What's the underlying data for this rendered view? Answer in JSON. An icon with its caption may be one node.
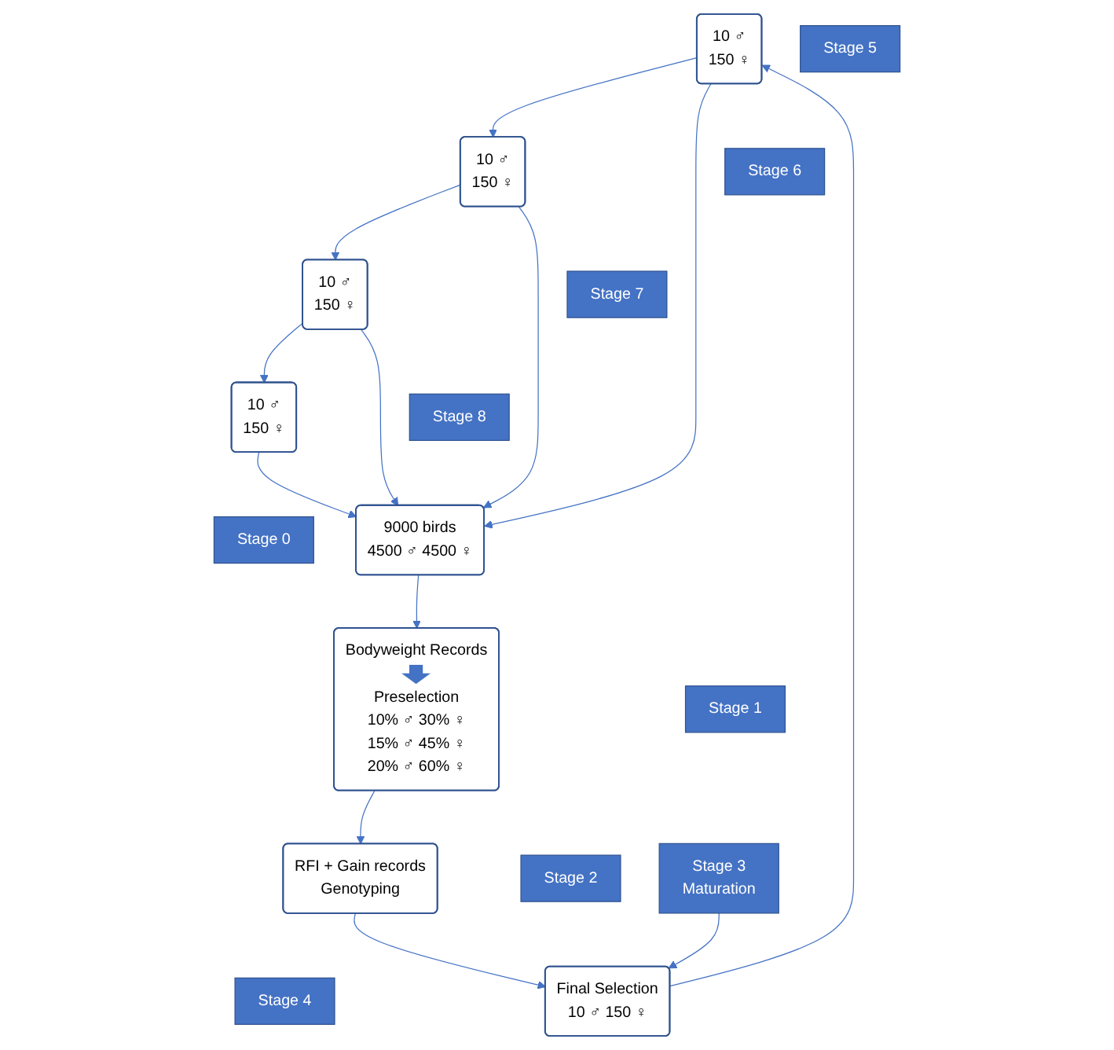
{
  "diagram": {
    "nodes": [
      {
        "text": [
          "Stage 5"
        ]
      },
      {
        "text": [
          "Stage 6"
        ]
      },
      {
        "text": [
          "Stage 7"
        ]
      },
      {
        "text": [
          "Stage 8"
        ]
      },
      {
        "text": [
          "10 ♂",
          "150 ♀"
        ]
      },
      {
        "text": [
          "10 ♂",
          "150 ♀"
        ]
      },
      {
        "text": [
          "10 ♂",
          "150 ♀"
        ]
      },
      {
        "text": [
          "10 ♂",
          "150 ♀"
        ]
      },
      {
        "text": [
          "Stage 0"
        ]
      },
      {
        "text": [
          "9000 birds",
          "4500 ♂ 4500 ♀"
        ]
      },
      {
        "text": [
          "Bodyweight Records",
          "Preselection",
          "10% ♂ 30% ♀",
          "15% ♂ 45% ♀",
          "20% ♂ 60% ♀"
        ]
      },
      {
        "text": [
          "Stage 1"
        ]
      },
      {
        "text": [
          "RFI + Gain records",
          "Genotyping"
        ]
      },
      {
        "text": [
          "Stage 2"
        ]
      },
      {
        "text": [
          "Stage 3",
          "Maturation"
        ]
      },
      {
        "text": [
          "Final Selection",
          "10 ♂ 150 ♀"
        ]
      },
      {
        "text": [
          "Stage 4"
        ]
      }
    ],
    "edges": [
      {
        "from": 4,
        "to": 5,
        "arrow": "to"
      },
      {
        "from": 5,
        "to": 6,
        "arrow": "to"
      },
      {
        "from": 6,
        "to": 7,
        "arrow": "to"
      },
      {
        "from": 4,
        "to": 9,
        "arrow": "to"
      },
      {
        "from": 5,
        "to": 9,
        "arrow": "to"
      },
      {
        "from": 6,
        "to": 9,
        "arrow": "to"
      },
      {
        "from": 7,
        "to": 9,
        "arrow": "to"
      },
      {
        "from": 9,
        "to": 10,
        "arrow": "to"
      },
      {
        "from": 10,
        "to": 12,
        "arrow": "to"
      },
      {
        "from": 12,
        "to": 15,
        "arrow": "to"
      },
      {
        "from": 14,
        "to": 15,
        "arrow": "to"
      },
      {
        "from": 15,
        "to": 4,
        "arrow": "to"
      }
    ]
  }
}
